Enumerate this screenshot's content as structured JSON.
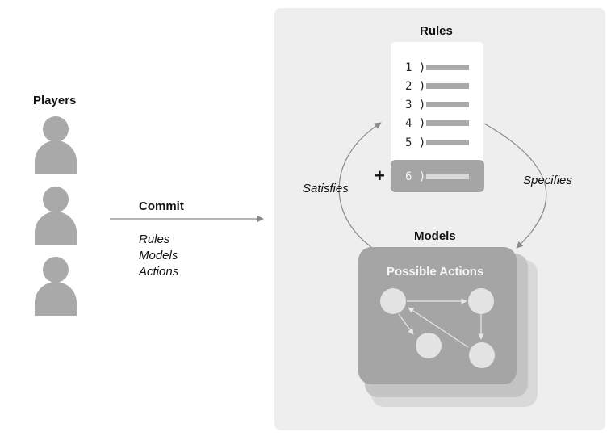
{
  "players": {
    "title": "Players",
    "icon": "person-icon"
  },
  "commit": {
    "title": "Commit",
    "items": [
      "Rules",
      "Models",
      "Actions"
    ]
  },
  "rules": {
    "title": "Rules",
    "items": [
      "1 )",
      "2 )",
      "3 )",
      "4 )",
      "5 )"
    ],
    "new_item": "6 )",
    "plus": "+"
  },
  "edges": {
    "satisfies": "Satisfies",
    "specifies": "Specifies"
  },
  "models": {
    "title": "Models",
    "card_title": "Possible Actions"
  },
  "colors": {
    "panel": "#eeeeee",
    "person": "#a9a9a9",
    "bar": "#a9a9a9",
    "card": "#a5a5a5",
    "card_shadow": "#c9c9c9",
    "node": "#e3e3e3",
    "arrow": "#8a8a8a"
  }
}
